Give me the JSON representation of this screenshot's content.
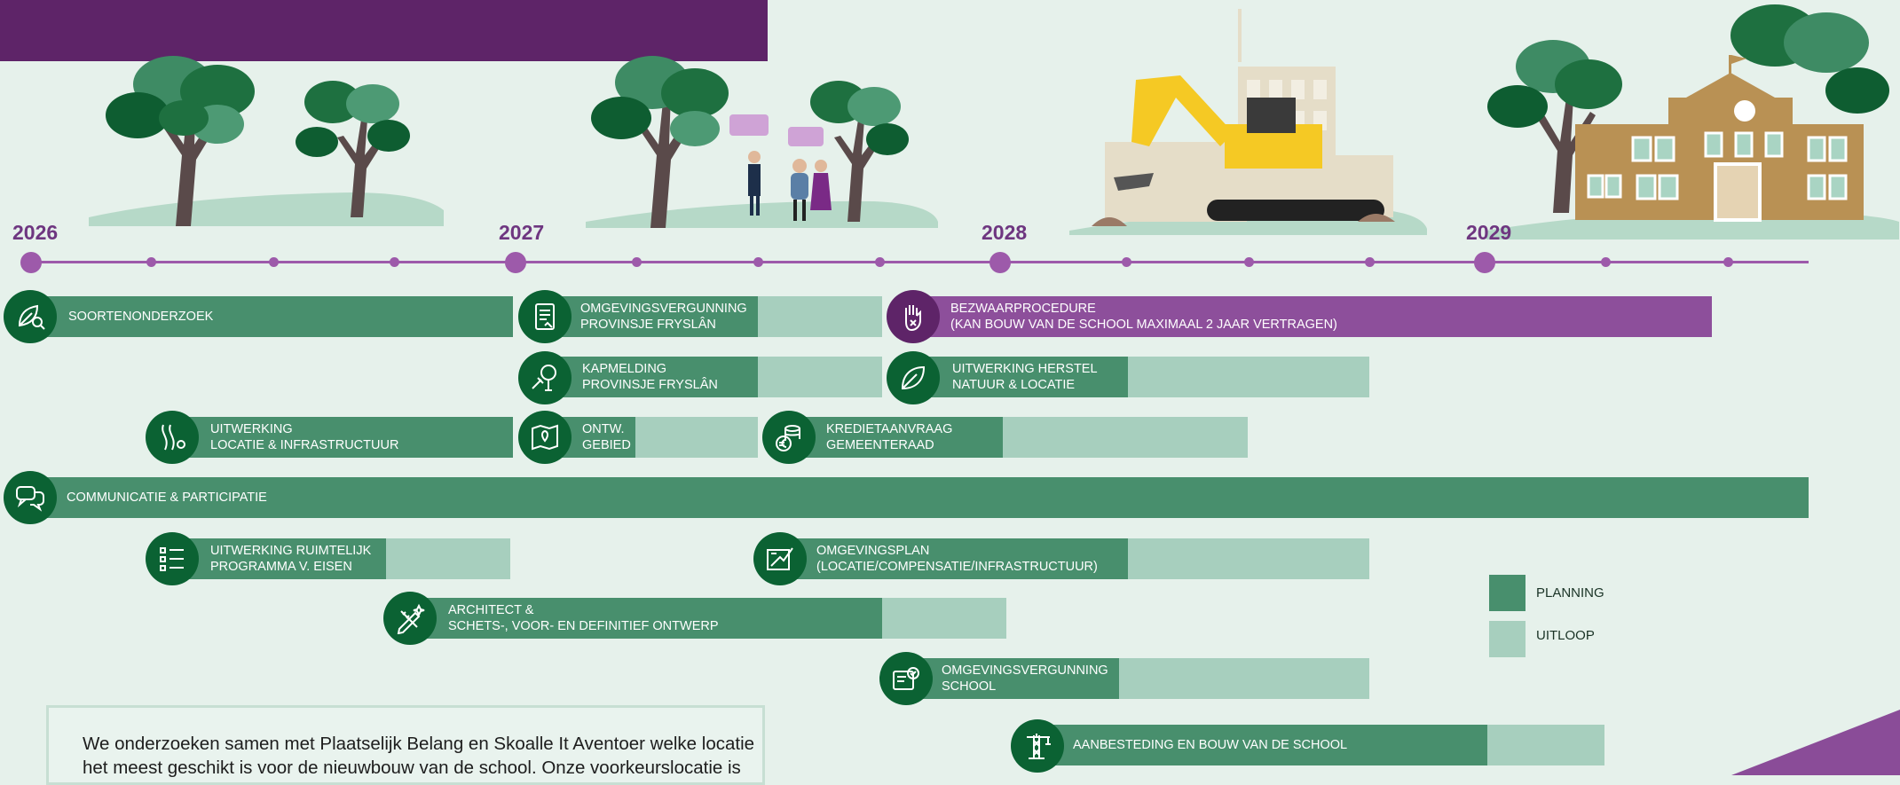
{
  "years": [
    "2026",
    "2027",
    "2028",
    "2029"
  ],
  "tasks": {
    "soortenonderzoek": [
      "SOORTENONDERZOEK"
    ],
    "omgevingsvergunning_provinsje": [
      "OMGEVINGSVERGUNNING",
      "PROVINSJE FRYSLÂN"
    ],
    "bezwaarprocedure": [
      "BEZWAARPROCEDURE",
      "(KAN BOUW VAN DE SCHOOL MAXIMAAL 2 JAAR VERTRAGEN)"
    ],
    "kapmelding": [
      "KAPMELDING",
      "PROVINSJE FRYSLÂN"
    ],
    "uitwerking_herstel": [
      "UITWERKING HERSTEL",
      "NATUUR & LOCATIE"
    ],
    "uitwerking_locatie": [
      "UITWERKING",
      "LOCATIE & INFRASTRUCTUUR"
    ],
    "ontw_gebied": [
      "ONTW.",
      "GEBIED"
    ],
    "kredietaanvraag": [
      "KREDIETAANVRAAG",
      "GEMEENTERAAD"
    ],
    "communicatie": [
      "COMMUNICATIE & PARTICIPATIE"
    ],
    "uitwerking_ruimtelijk": [
      "UITWERKING RUIMTELIJK",
      "PROGRAMMA V. EISEN"
    ],
    "omgevingsplan": [
      "OMGEVINGSPLAN",
      "(LOCATIE/COMPENSATIE/INFRASTRUCTUUR)"
    ],
    "architect": [
      "ARCHITECT &",
      "SCHETS-, VOOR- EN DEFINITIEF ONTWERP"
    ],
    "omgevingsvergunning_school": [
      "OMGEVINGSVERGUNNING",
      "SCHOOL"
    ],
    "aanbesteding": [
      "AANBESTEDING EN BOUW VAN DE SCHOOL"
    ]
  },
  "legend": {
    "planning": "PLANNING",
    "uitloop": "UITLOOP"
  },
  "intro_text": "We onderzoeken samen met Plaatselijk Belang en Skoalle It Aventoer welke locatie het meest geschikt is voor de nieuwbouw van de school. Onze voorkeurslocatie is",
  "colors": {
    "planning": "#488f6d",
    "uitloop": "#a7cfbe",
    "purple": "#8d4f9b",
    "icon_circle": "#0b6233",
    "header": "#5e2468"
  },
  "icons": [
    "leaf-magnifier-icon",
    "document-icon",
    "hand-stop-icon",
    "tree-axe-icon",
    "leaf-icon",
    "road-icon",
    "map-pin-icon",
    "coins-euro-icon",
    "chat-bubbles-icon",
    "checklist-icon",
    "blueprint-icon",
    "pencil-ruler-icon",
    "house-check-icon",
    "crane-icon"
  ]
}
